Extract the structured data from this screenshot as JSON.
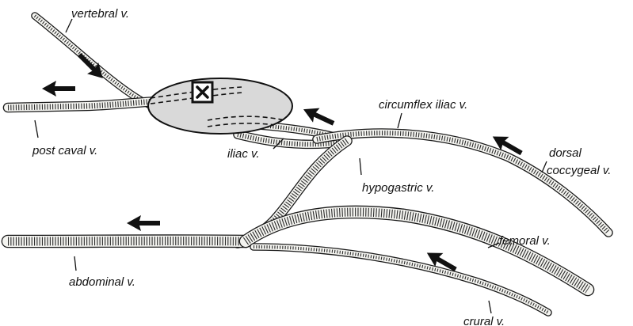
{
  "figure": {
    "colors": {
      "ink": "#111111",
      "gland_fill": "#d9d9d9",
      "vessel_fill": "#f4f4f0",
      "background": "#ffffff"
    },
    "labels": {
      "vertebral": "vertebral v.",
      "post_caval": "post caval v.",
      "iliac": "iliac v.",
      "circumflex_iliac": "circumflex iliac v.",
      "hypogastric": "hypogastric v.",
      "dorsal": "dorsal",
      "coccygeal": "coccygeal v.",
      "abdominal": "abdominal v.",
      "femoral": "femoral v.",
      "crural": "crural v."
    },
    "icons": {
      "marker": "close-box-icon",
      "flow": "flow-arrow-icon"
    }
  }
}
